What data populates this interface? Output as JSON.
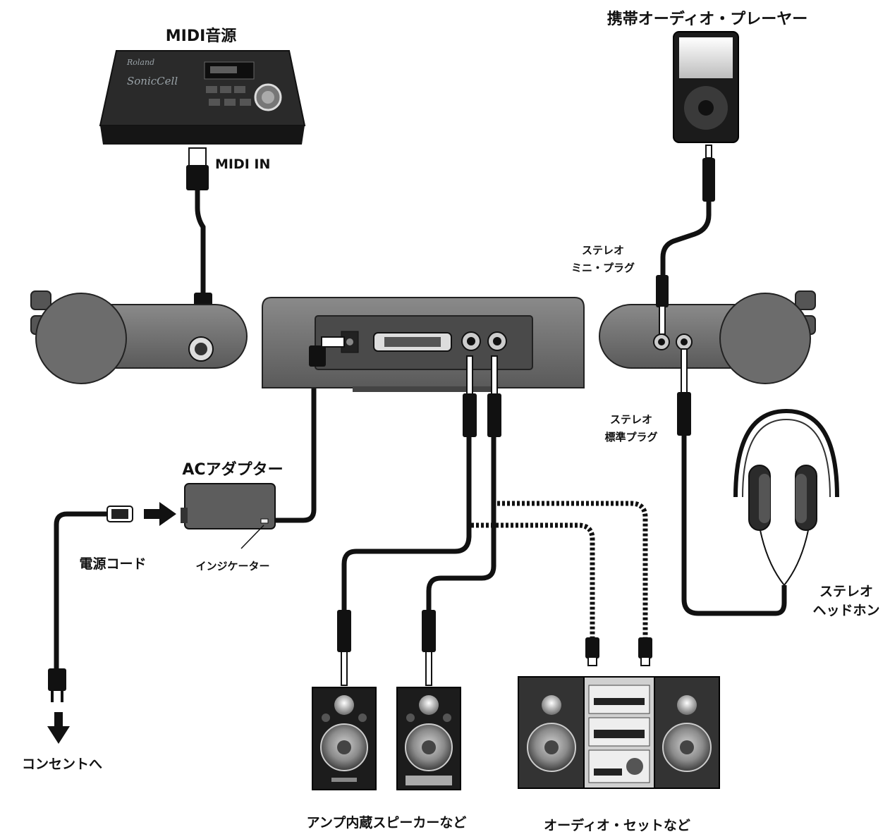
{
  "labels": {
    "midi_module": "MIDI音源",
    "midi_in": "MIDI IN",
    "portable_player": "携帯オーディオ・プレーヤー",
    "stereo_mini_plug_1": "ステレオ",
    "stereo_mini_plug_2": "ミニ・プラグ",
    "stereo_std_plug_1": "ステレオ",
    "stereo_std_plug_2": "標準プラグ",
    "ac_adapter": "ACアダプター",
    "indicator": "インジケーター",
    "power_cord": "電源コード",
    "to_outlet": "コンセントへ",
    "headphones_1": "ステレオ",
    "headphones_2": "ヘッドホン",
    "powered_speakers": "アンプ内蔵スピーカーなど",
    "audio_set": "オーディオ・セットなど"
  },
  "device_text": {
    "brand": "Roland",
    "model": "SonicCell"
  }
}
